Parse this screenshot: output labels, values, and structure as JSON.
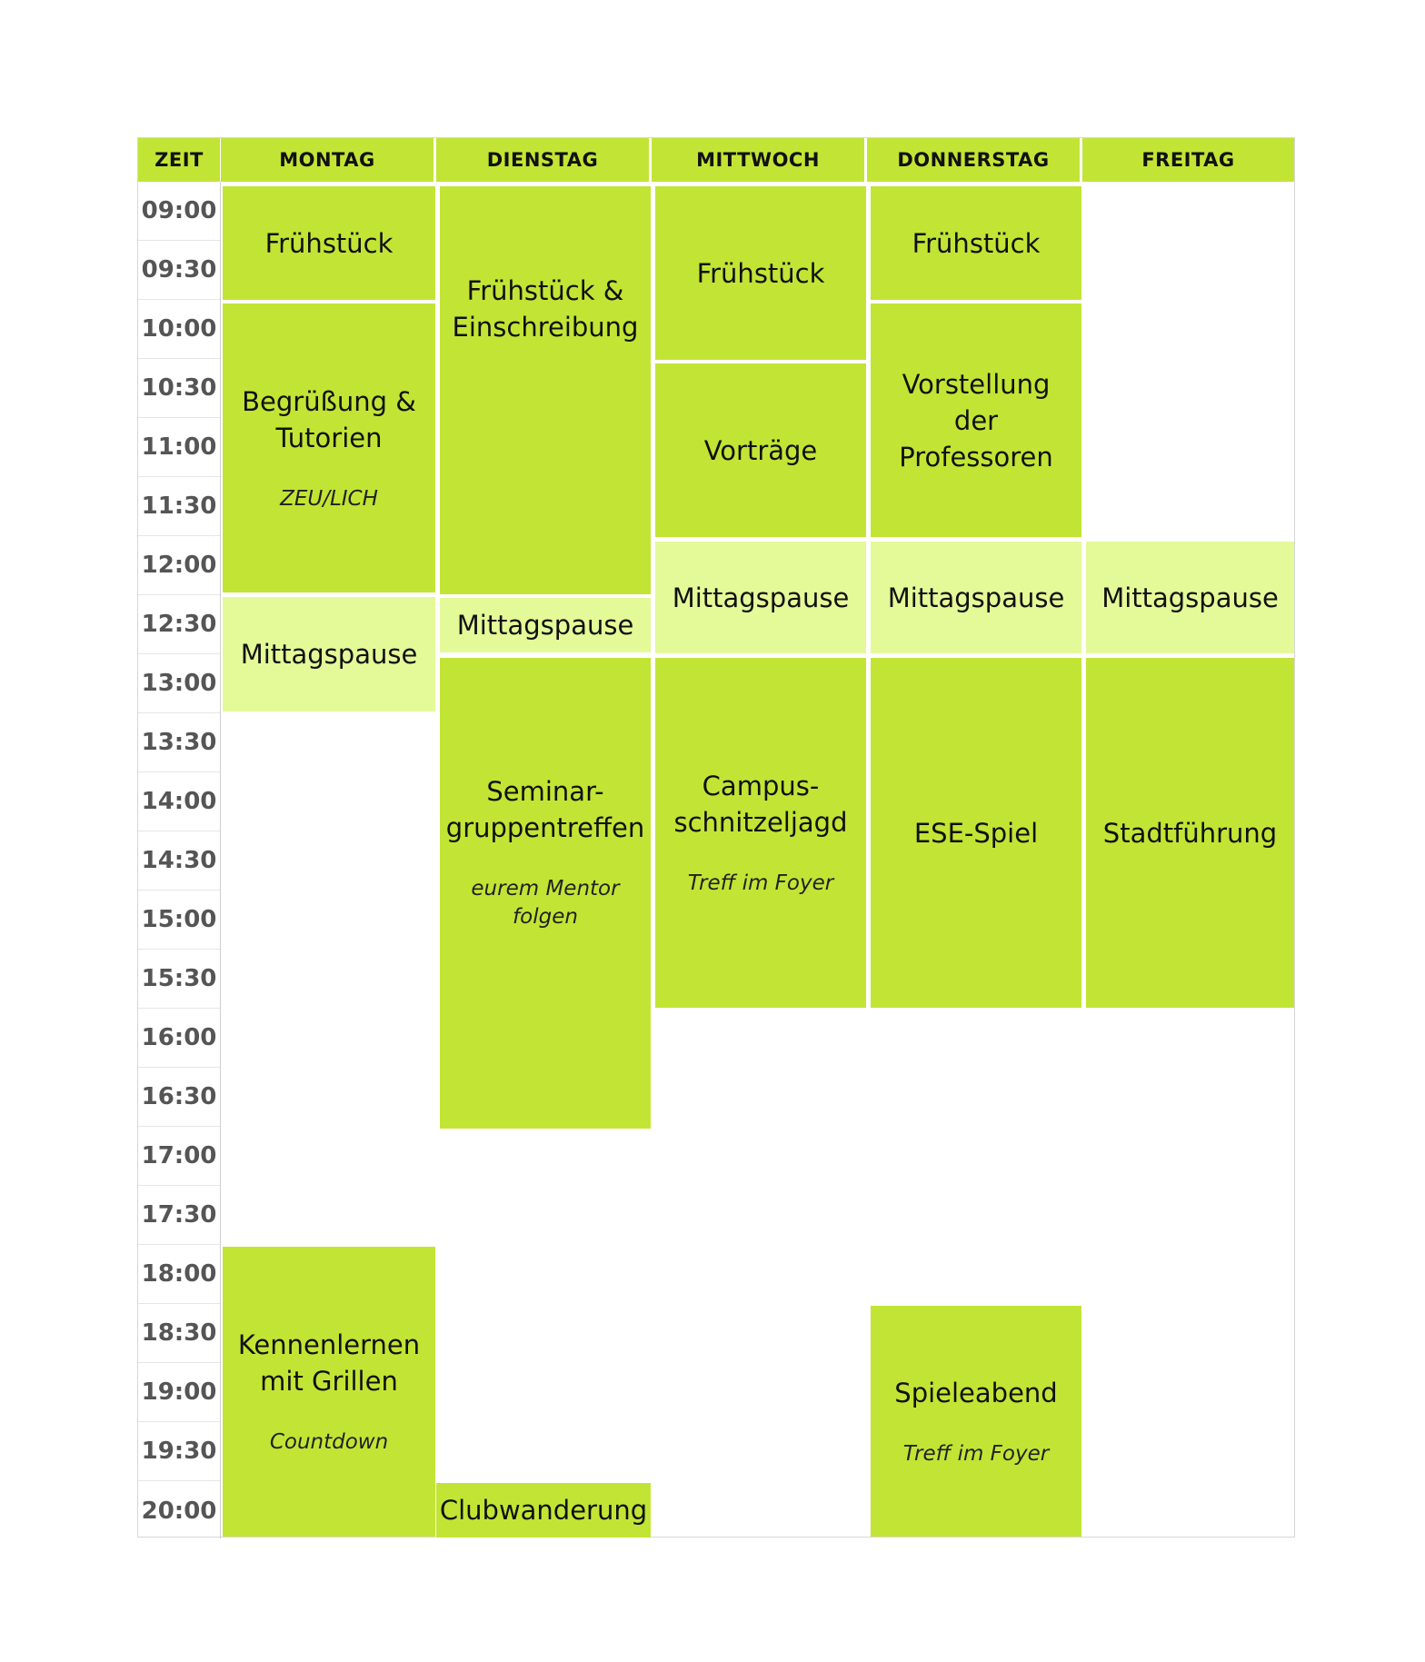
{
  "header": {
    "zeit": "ZEIT",
    "days": [
      "MONTAG",
      "DIENSTAG",
      "MITTWOCH",
      "DONNERSTAG",
      "FREITAG"
    ]
  },
  "times": [
    "09:00",
    "09:30",
    "10:00",
    "10:30",
    "11:00",
    "11:30",
    "12:00",
    "12:30",
    "13:00",
    "13:30",
    "14:00",
    "14:30",
    "15:00",
    "15:30",
    "16:00",
    "16:30",
    "17:00",
    "17:30",
    "18:00",
    "18:30",
    "19:00",
    "19:30",
    "20:00"
  ],
  "colors": {
    "event": "#c2e535",
    "break": "#e4fa98"
  },
  "events": {
    "mon_fruehstueck": {
      "title": "Frühstück"
    },
    "mon_begruessung": {
      "title": "Begrüßung & Tutorien",
      "sub": "ZEU/LICH"
    },
    "mon_mittag": {
      "title": "Mittagspause"
    },
    "mon_kennenlernen": {
      "title": "Kennenlernen mit Grillen",
      "sub": "Countdown"
    },
    "tue_fruehstueck": {
      "title": "Frühstück & Einschreibung"
    },
    "tue_mittag": {
      "title": "Mittagspause"
    },
    "tue_seminar": {
      "title": "Seminar-gruppentreffen",
      "sub": "eurem Mentor folgen"
    },
    "tue_club": {
      "title": "Clubwanderung"
    },
    "wed_fruehstueck": {
      "title": "Frühstück"
    },
    "wed_vortraege": {
      "title": "Vorträge"
    },
    "wed_mittag": {
      "title": "Mittagspause"
    },
    "wed_campus": {
      "title": "Campus-schnitzeljagd",
      "sub": "Treff im Foyer"
    },
    "thu_fruehstueck": {
      "title": "Frühstück"
    },
    "thu_vorstellung": {
      "title": "Vorstellung der Professoren"
    },
    "thu_mittag": {
      "title": "Mittagspause"
    },
    "thu_ese": {
      "title": "ESE-Spiel"
    },
    "thu_spieleabend": {
      "title": "Spieleabend",
      "sub": "Treff im Foyer"
    },
    "fri_mittag": {
      "title": "Mittagspause"
    },
    "fri_stadt": {
      "title": "Stadtführung"
    }
  }
}
